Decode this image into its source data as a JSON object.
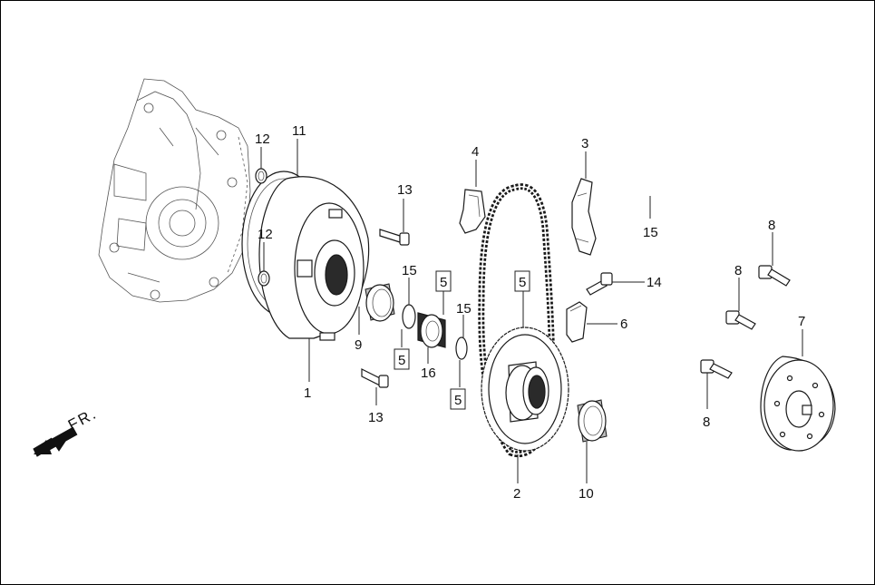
{
  "direction_label": "FR.",
  "callouts": {
    "c1": "1",
    "c2": "2",
    "c3": "3",
    "c4": "4",
    "c6": "6",
    "c7": "7",
    "c8a": "8",
    "c8b": "8",
    "c8c": "8",
    "c9": "9",
    "c10": "10",
    "c11": "11",
    "c12a": "12",
    "c12b": "12",
    "c13a": "13",
    "c13b": "13",
    "c14": "14",
    "c15a": "15",
    "c15b": "15",
    "c15c": "15",
    "c16": "16"
  },
  "boxed_callouts": {
    "b5a": "5",
    "b5b": "5",
    "b5c": "5",
    "b5d": "5"
  }
}
